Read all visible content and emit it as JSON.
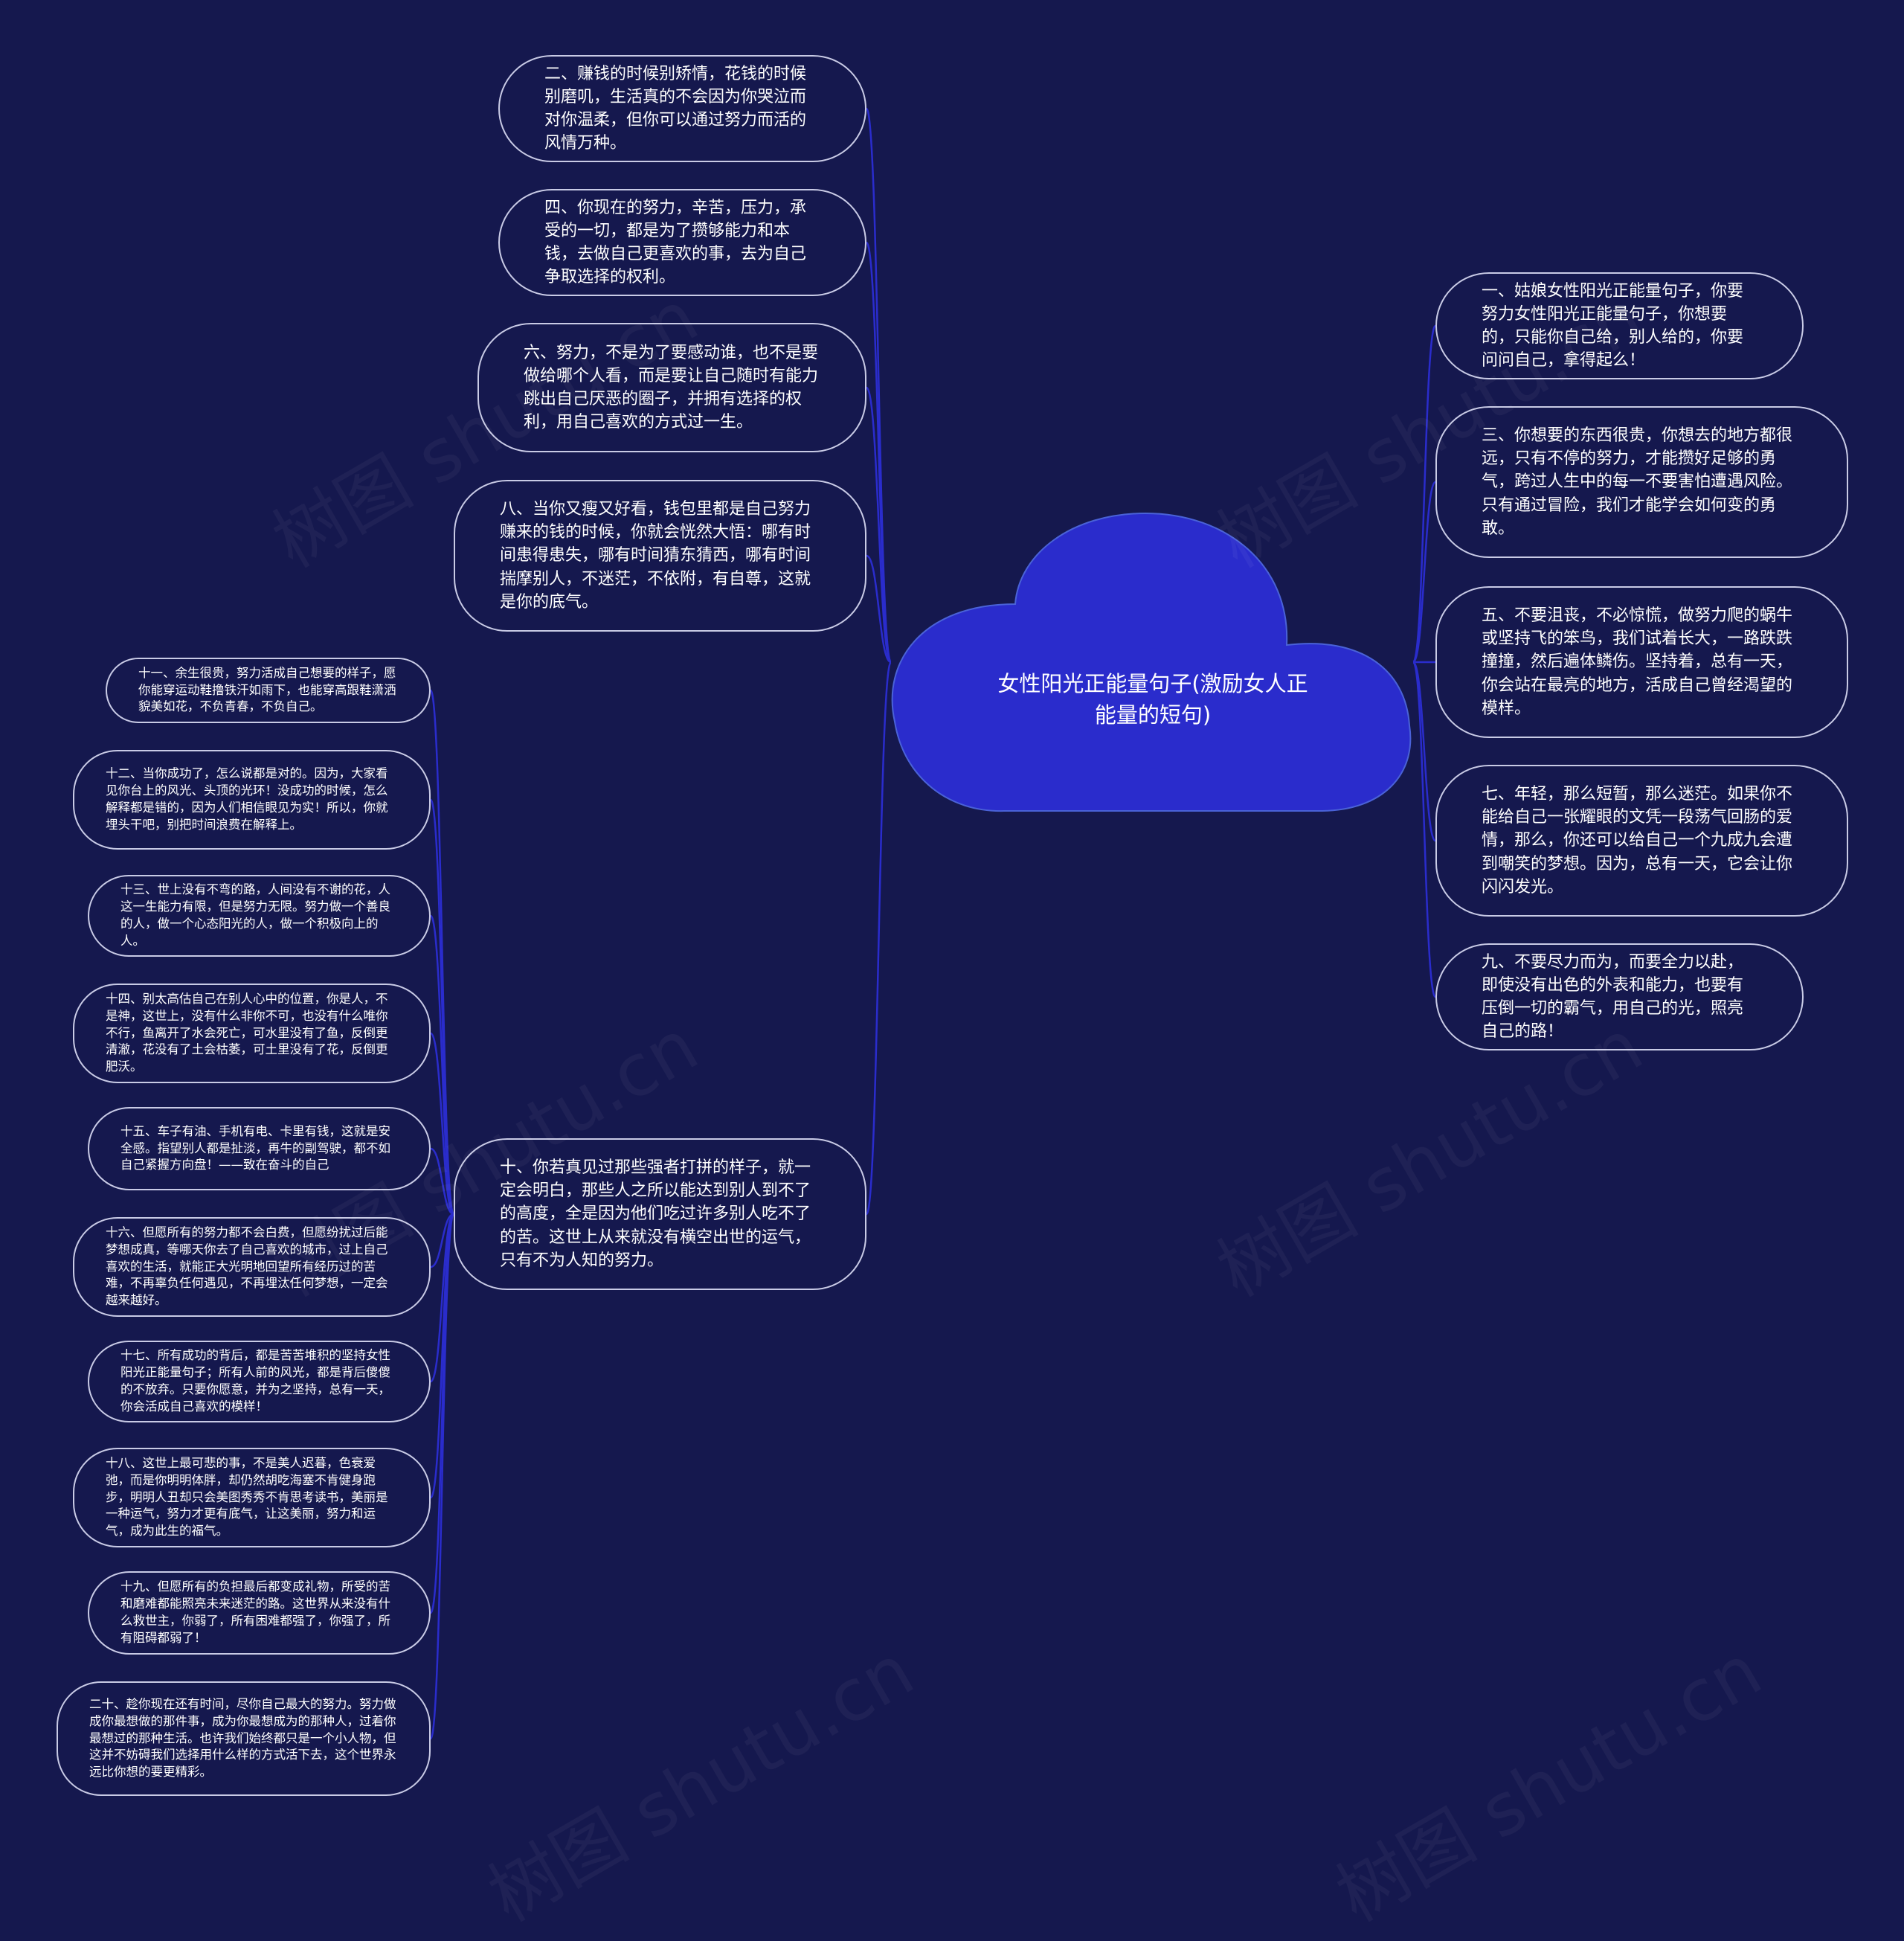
{
  "center": "女性阳光正能量句子(激励女人正能量的短句)",
  "colors": {
    "background": "#15184e",
    "cloud": "#2a2ccc",
    "link": "#2a2ccc",
    "node_border": "#c9cbe6"
  },
  "watermark": "树图 shutu.cn",
  "left_nodes": [
    "二、赚钱的时候别矫情，花钱的时候别磨叽，生活真的不会因为你哭泣而对你温柔，但你可以通过努力而活的风情万种。",
    "四、你现在的努力，辛苦，压力，承受的一切，都是为了攒够能力和本钱，去做自己更喜欢的事，去为自己争取选择的权利。",
    "六、努力，不是为了要感动谁，也不是要做给哪个人看，而是要让自己随时有能力跳出自己厌恶的圈子，并拥有选择的权利，用自己喜欢的方式过一生。",
    "八、当你又瘦又好看，钱包里都是自己努力赚来的钱的时候，你就会恍然大悟：哪有时间患得患失，哪有时间猜东猜西，哪有时间揣摩别人，不迷茫，不依附，有自尊，这就是你的底气。",
    "十、你若真见过那些强者打拼的样子，就一定会明白，那些人之所以能达到别人到不了的高度，全是因为他们吃过许多别人吃不了的苦。这世上从来就没有横空出世的运气，只有不为人知的努力。"
  ],
  "right_nodes": [
    "一、姑娘女性阳光正能量句子，你要努力女性阳光正能量句子，你想要的，只能你自己给，别人给的，你要问问自己，拿得起么！",
    "三、你想要的东西很贵，你想去的地方都很远，只有不停的努力，才能攒好足够的勇气，跨过人生中的每一不要害怕遭遇风险。只有通过冒险，我们才能学会如何变的勇敢。",
    "五、不要沮丧，不必惊慌，做努力爬的蜗牛或坚持飞的笨鸟，我们试着长大，一路跌跌撞撞，然后遍体鳞伤。坚持着，总有一天，你会站在最亮的地方，活成自己曾经渴望的模样。",
    "七、年轻，那么短暂，那么迷茫。如果你不能给自己一张耀眼的文凭一段荡气回肠的爱情，那么，你还可以给自己一个九成九会遭到嘲笑的梦想。因为，总有一天，它会让你闪闪发光。",
    "九、不要尽力而为，而要全力以赴，即使没有出色的外表和能力，也要有压倒一切的霸气，用自己的光，照亮自己的路！"
  ],
  "sub_nodes": [
    "十一、余生很贵，努力活成自己想要的样子，愿你能穿运动鞋撸铁汗如雨下，也能穿高跟鞋潇洒貌美如花，不负青春，不负自己。",
    "十二、当你成功了，怎么说都是对的。因为，大家看见你台上的风光、头顶的光环！没成功的时候，怎么解释都是错的，因为人们相信眼见为实！所以，你就埋头干吧，别把时间浪费在解释上。",
    "十三、世上没有不弯的路，人间没有不谢的花，人这一生能力有限，但是努力无限。努力做一个善良的人，做一个心态阳光的人，做一个积极向上的人。",
    "十四、别太高估自己在别人心中的位置，你是人，不是神，这世上，没有什么非你不可，也没有什么唯你不行，鱼离开了水会死亡，可水里没有了鱼，反倒更清澈，花没有了土会枯萎，可土里没有了花，反倒更肥沃。",
    "十五、车子有油、手机有电、卡里有钱，这就是安全感。指望别人都是扯淡，再牛的副驾驶，都不如自己紧握方向盘！——致在奋斗的自己",
    "十六、但愿所有的努力都不会白费，但愿纷扰过后能梦想成真，等哪天你去了自己喜欢的城市，过上自己喜欢的生活，就能正大光明地回望所有经历过的苦难，不再辜负任何遇见，不再埋汰任何梦想，一定会越来越好。",
    "十七、所有成功的背后，都是苦苦堆积的坚持女性阳光正能量句子；所有人前的风光，都是背后傻傻的不放弃。只要你愿意，并为之坚持，总有一天，你会活成自己喜欢的模样！",
    "十八、这世上最可悲的事，不是美人迟暮，色衰爱弛，而是你明明体胖，却仍然胡吃海塞不肯健身跑步，明明人丑却只会美图秀秀不肯思考读书，美丽是一种运气，努力才更有底气，让这美丽，努力和运气，成为此生的福气。",
    "十九、但愿所有的负担最后都变成礼物，所受的苦和磨难都能照亮未来迷茫的路。这世界从来没有什么救世主，你弱了，所有困难都强了，你强了，所有阻碍都弱了！",
    "二十、趁你现在还有时间，尽你自己最大的努力。努力做成你最想做的那件事，成为你最想成为的那种人，过着你最想过的那种生活。也许我们始终都只是一个小人物，但这并不妨碍我们选择用什么样的方式活下去，这个世界永远比你想的要更精彩。"
  ]
}
